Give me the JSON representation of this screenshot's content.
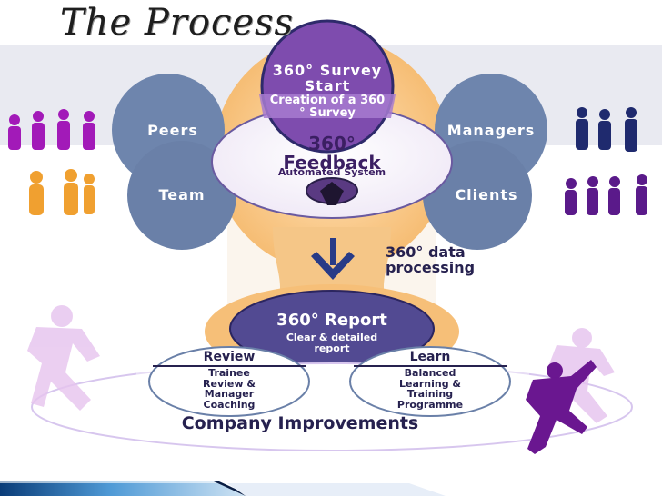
{
  "slide": {
    "title": "The Process"
  },
  "diagram": {
    "survey": {
      "title": "360° Survey Start",
      "sub": "Creation of a 360 ° Survey"
    },
    "feedback": {
      "title": "360° Feedback",
      "sub": "Automated System"
    },
    "sources": {
      "peers": "Peers",
      "team": "Team",
      "managers": "Managers",
      "clients": "Clients"
    },
    "processing": "360° data processing",
    "report": {
      "title": "360° Report",
      "sub": "Clear & detailed report"
    },
    "review": {
      "title": "Review",
      "body": "Trainee Review & Manager Coaching"
    },
    "learn": {
      "title": "Learn",
      "body": "Balanced Learning & Training Programme"
    },
    "outcome": "Company Improvements"
  },
  "colors": {
    "purple": "#7a45a8",
    "orange": "#f6bf78",
    "blue_grey": "#5f7aa2",
    "navy": "#26214f",
    "silhouette_magenta": "#a21ab8",
    "silhouette_orange": "#f0a030",
    "silhouette_navy": "#1f2a6e"
  }
}
